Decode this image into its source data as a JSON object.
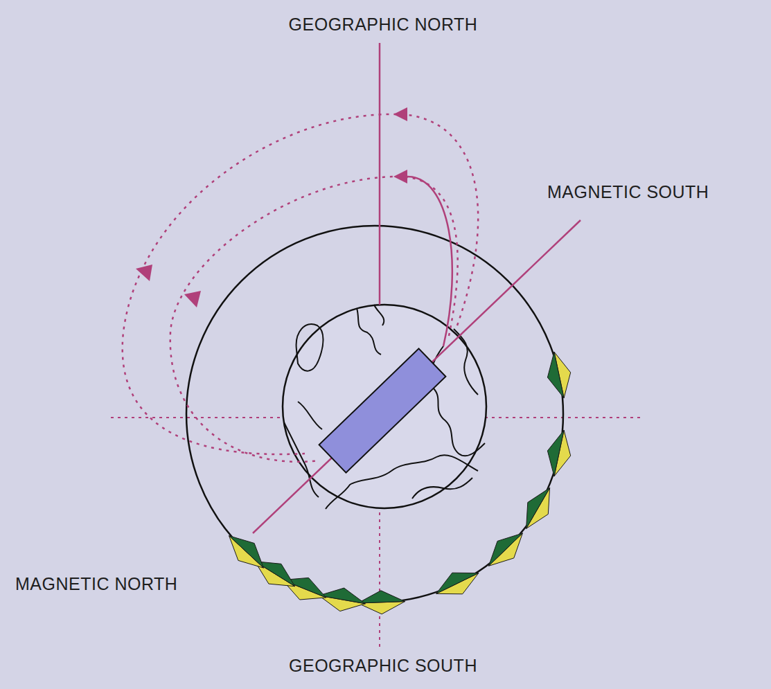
{
  "diagram": {
    "labels": [
      "GEOGRAPHIC NORTH",
      "MAGNETIC SOUTH",
      "MAGNETIC NORTH",
      "GEOGRAPHIC SOUTH"
    ]
  }
}
